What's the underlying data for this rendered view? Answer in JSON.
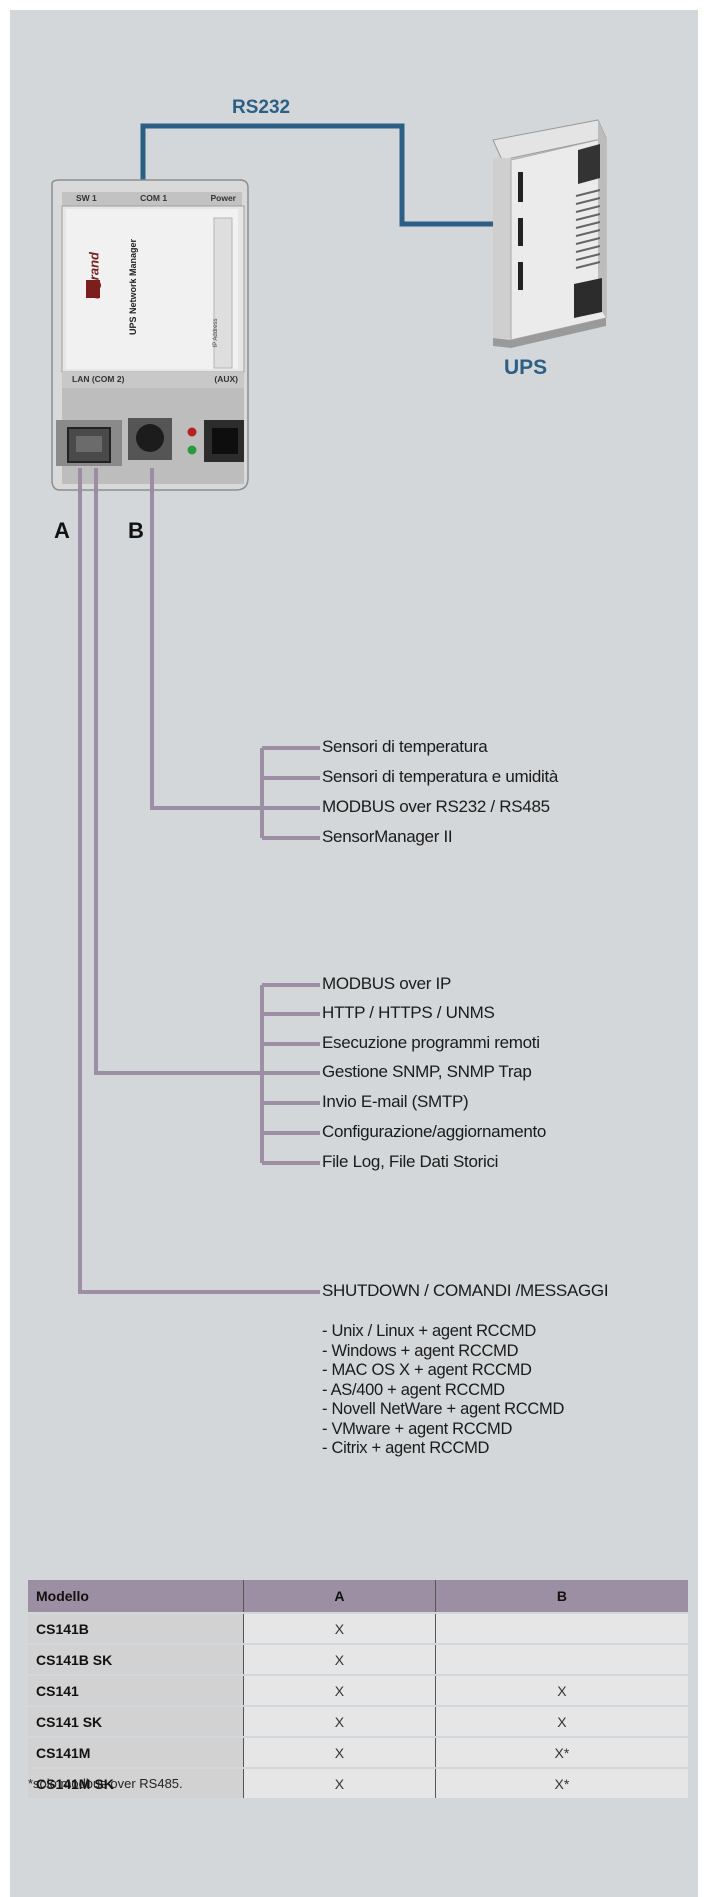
{
  "diagram": {
    "link_label": "RS232",
    "ups_label": "UPS",
    "port_a": "A",
    "port_b": "B",
    "device": {
      "top_labels": [
        "SW 1",
        "COM 1",
        "Power"
      ],
      "brand": "legrand",
      "product": "UPS Network Manager",
      "bottom_labels": [
        "LAN (COM 2)",
        "(AUX)"
      ],
      "side_label": "IP Address"
    },
    "group_b": [
      "Sensori di temperatura",
      "Sensori di temperatura e umidità",
      "MODBUS over RS232 / RS485",
      "SensorManager II"
    ],
    "group_a": [
      "MODBUS over IP",
      "HTTP / HTTPS / UNMS",
      "Esecuzione programmi remoti",
      "Gestione SNMP, SNMP Trap",
      "Invio E-mail (SMTP)",
      "Configurazione/aggiornamento",
      "File Log, File Dati Storici"
    ],
    "shutdown": "SHUTDOWN / COMANDI /MESSAGGI",
    "os_list": [
      "- Unix / Linux + agent RCCMD",
      "- Windows + agent RCCMD",
      "- MAC OS X + agent RCCMD",
      "- AS/400 + agent RCCMD",
      "- Novell NetWare + agent RCCMD",
      "- VMware + agent RCCMD",
      "- Citrix + agent RCCMD"
    ]
  },
  "table": {
    "headers": [
      "Modello",
      "A",
      "B"
    ],
    "rows": [
      [
        "CS141B",
        "X",
        ""
      ],
      [
        "CS141B SK",
        "X",
        ""
      ],
      [
        "CS141",
        "X",
        "X"
      ],
      [
        "CS141 SK",
        "X",
        "X"
      ],
      [
        "CS141M",
        "X",
        "X*"
      ],
      [
        "CS141M SK",
        "X",
        "X*"
      ]
    ]
  },
  "footnote": "*solo modbus over RS485.",
  "colors": {
    "background": "#d4d7d9",
    "link": "#2b5f86",
    "connector": "#9c8fa3",
    "table_header": "#9c8fa3"
  }
}
